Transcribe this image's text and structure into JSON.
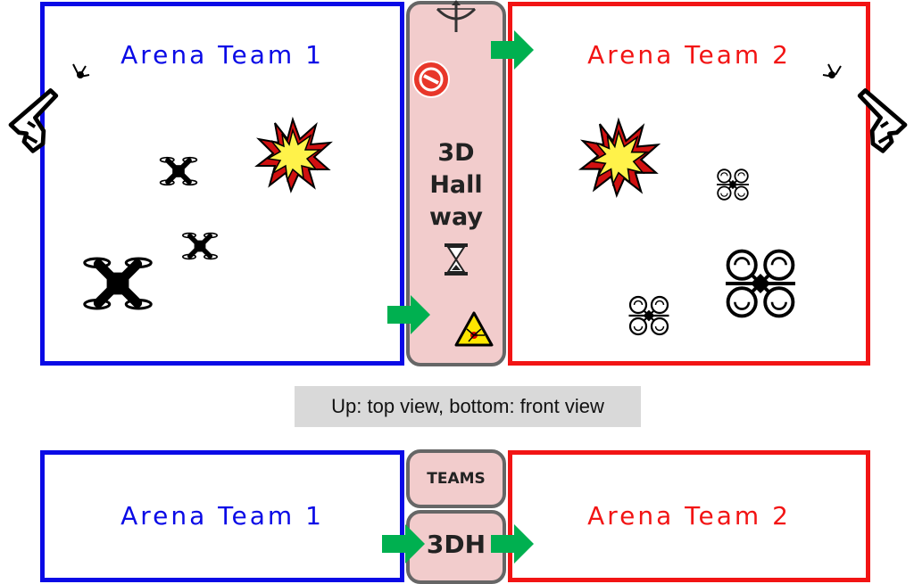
{
  "top": {
    "team1_title": "Arena Team 1",
    "team2_title": "Arena Team 2",
    "hallway_lines": [
      "3D",
      "Hall",
      "way"
    ]
  },
  "caption": "Up: top view, bottom: front view",
  "bottom": {
    "team1_title": "Arena Team 1",
    "team2_title": "Arena Team 2",
    "teams_label": "TEAMS",
    "hallway_label": "3DH"
  },
  "icons": [
    "pistol-icon",
    "crossbow-icon",
    "no-entry-icon",
    "hourglass-icon",
    "laser-warning-icon",
    "explosion-icon",
    "drone-icon",
    "arrow-icon"
  ],
  "colors": {
    "team1": "#0a0ae6",
    "team2": "#f21414",
    "hallway_fill": "#f2cccc",
    "hallway_border": "#666666",
    "arrow": "#00b050",
    "caption_bg": "#d9d9d9"
  }
}
